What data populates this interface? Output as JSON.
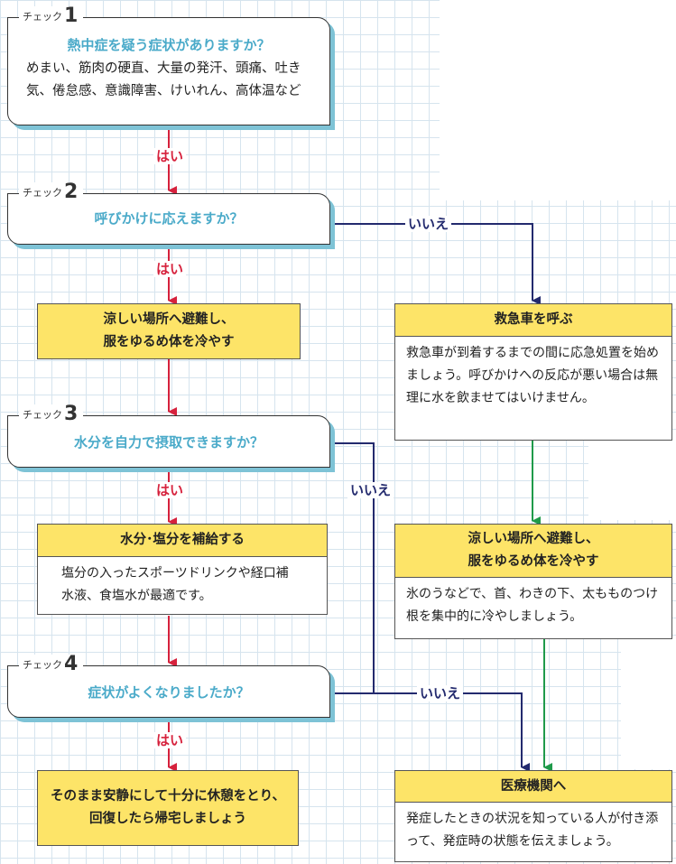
{
  "colors": {
    "yes_arrow": "#d6213c",
    "no_arrow": "#232a6e",
    "green_arrow": "#1f9a4a",
    "accent_yellow": "#fde468",
    "question_blue": "#4aaac9",
    "shadow_blue": "#7ec3d6"
  },
  "check_prefix": "チェック",
  "checks": [
    {
      "num": "1",
      "question": "熱中症を疑う症状がありますか？",
      "desc": "めまい、筋肉の硬直、大量の発汗、頭痛、吐き気、倦怠感、意識障害、けいれん、高体温など"
    },
    {
      "num": "2",
      "question": "呼びかけに応えますか？"
    },
    {
      "num": "3",
      "question": "水分を自力で摂取できますか？"
    },
    {
      "num": "4",
      "question": "症状がよくなりましたか？"
    }
  ],
  "labels": {
    "yes": "はい",
    "no": "いいえ"
  },
  "actions": {
    "cool_left": [
      "涼しい場所へ避難し、",
      "服をゆるめ体を冷やす"
    ],
    "hydrate": {
      "title": "水分･塩分を補給する",
      "body": "塩分の入ったスポーツドリンクや経口補水液、食塩水が最適です。"
    },
    "rest": "そのまま安静にして十分に休憩をとり、回復したら帰宅しましょう",
    "ambulance": {
      "title": "救急車を呼ぶ",
      "body": "救急車が到着するまでの間に応急処置を始めましょう。呼びかけへの反応が悪い場合は無理に水を飲ませてはいけません。"
    },
    "cool_right": {
      "title_lines": [
        "涼しい場所へ避難し、",
        "服をゆるめ体を冷やす"
      ],
      "body": "氷のうなどで、首、わきの下、太もものつけ根を集中的に冷やしましょう。"
    },
    "hospital": {
      "title": "医療機関へ",
      "body": "発症したときの状況を知っている人が付き添って、発症時の状態を伝えましょう。"
    }
  }
}
